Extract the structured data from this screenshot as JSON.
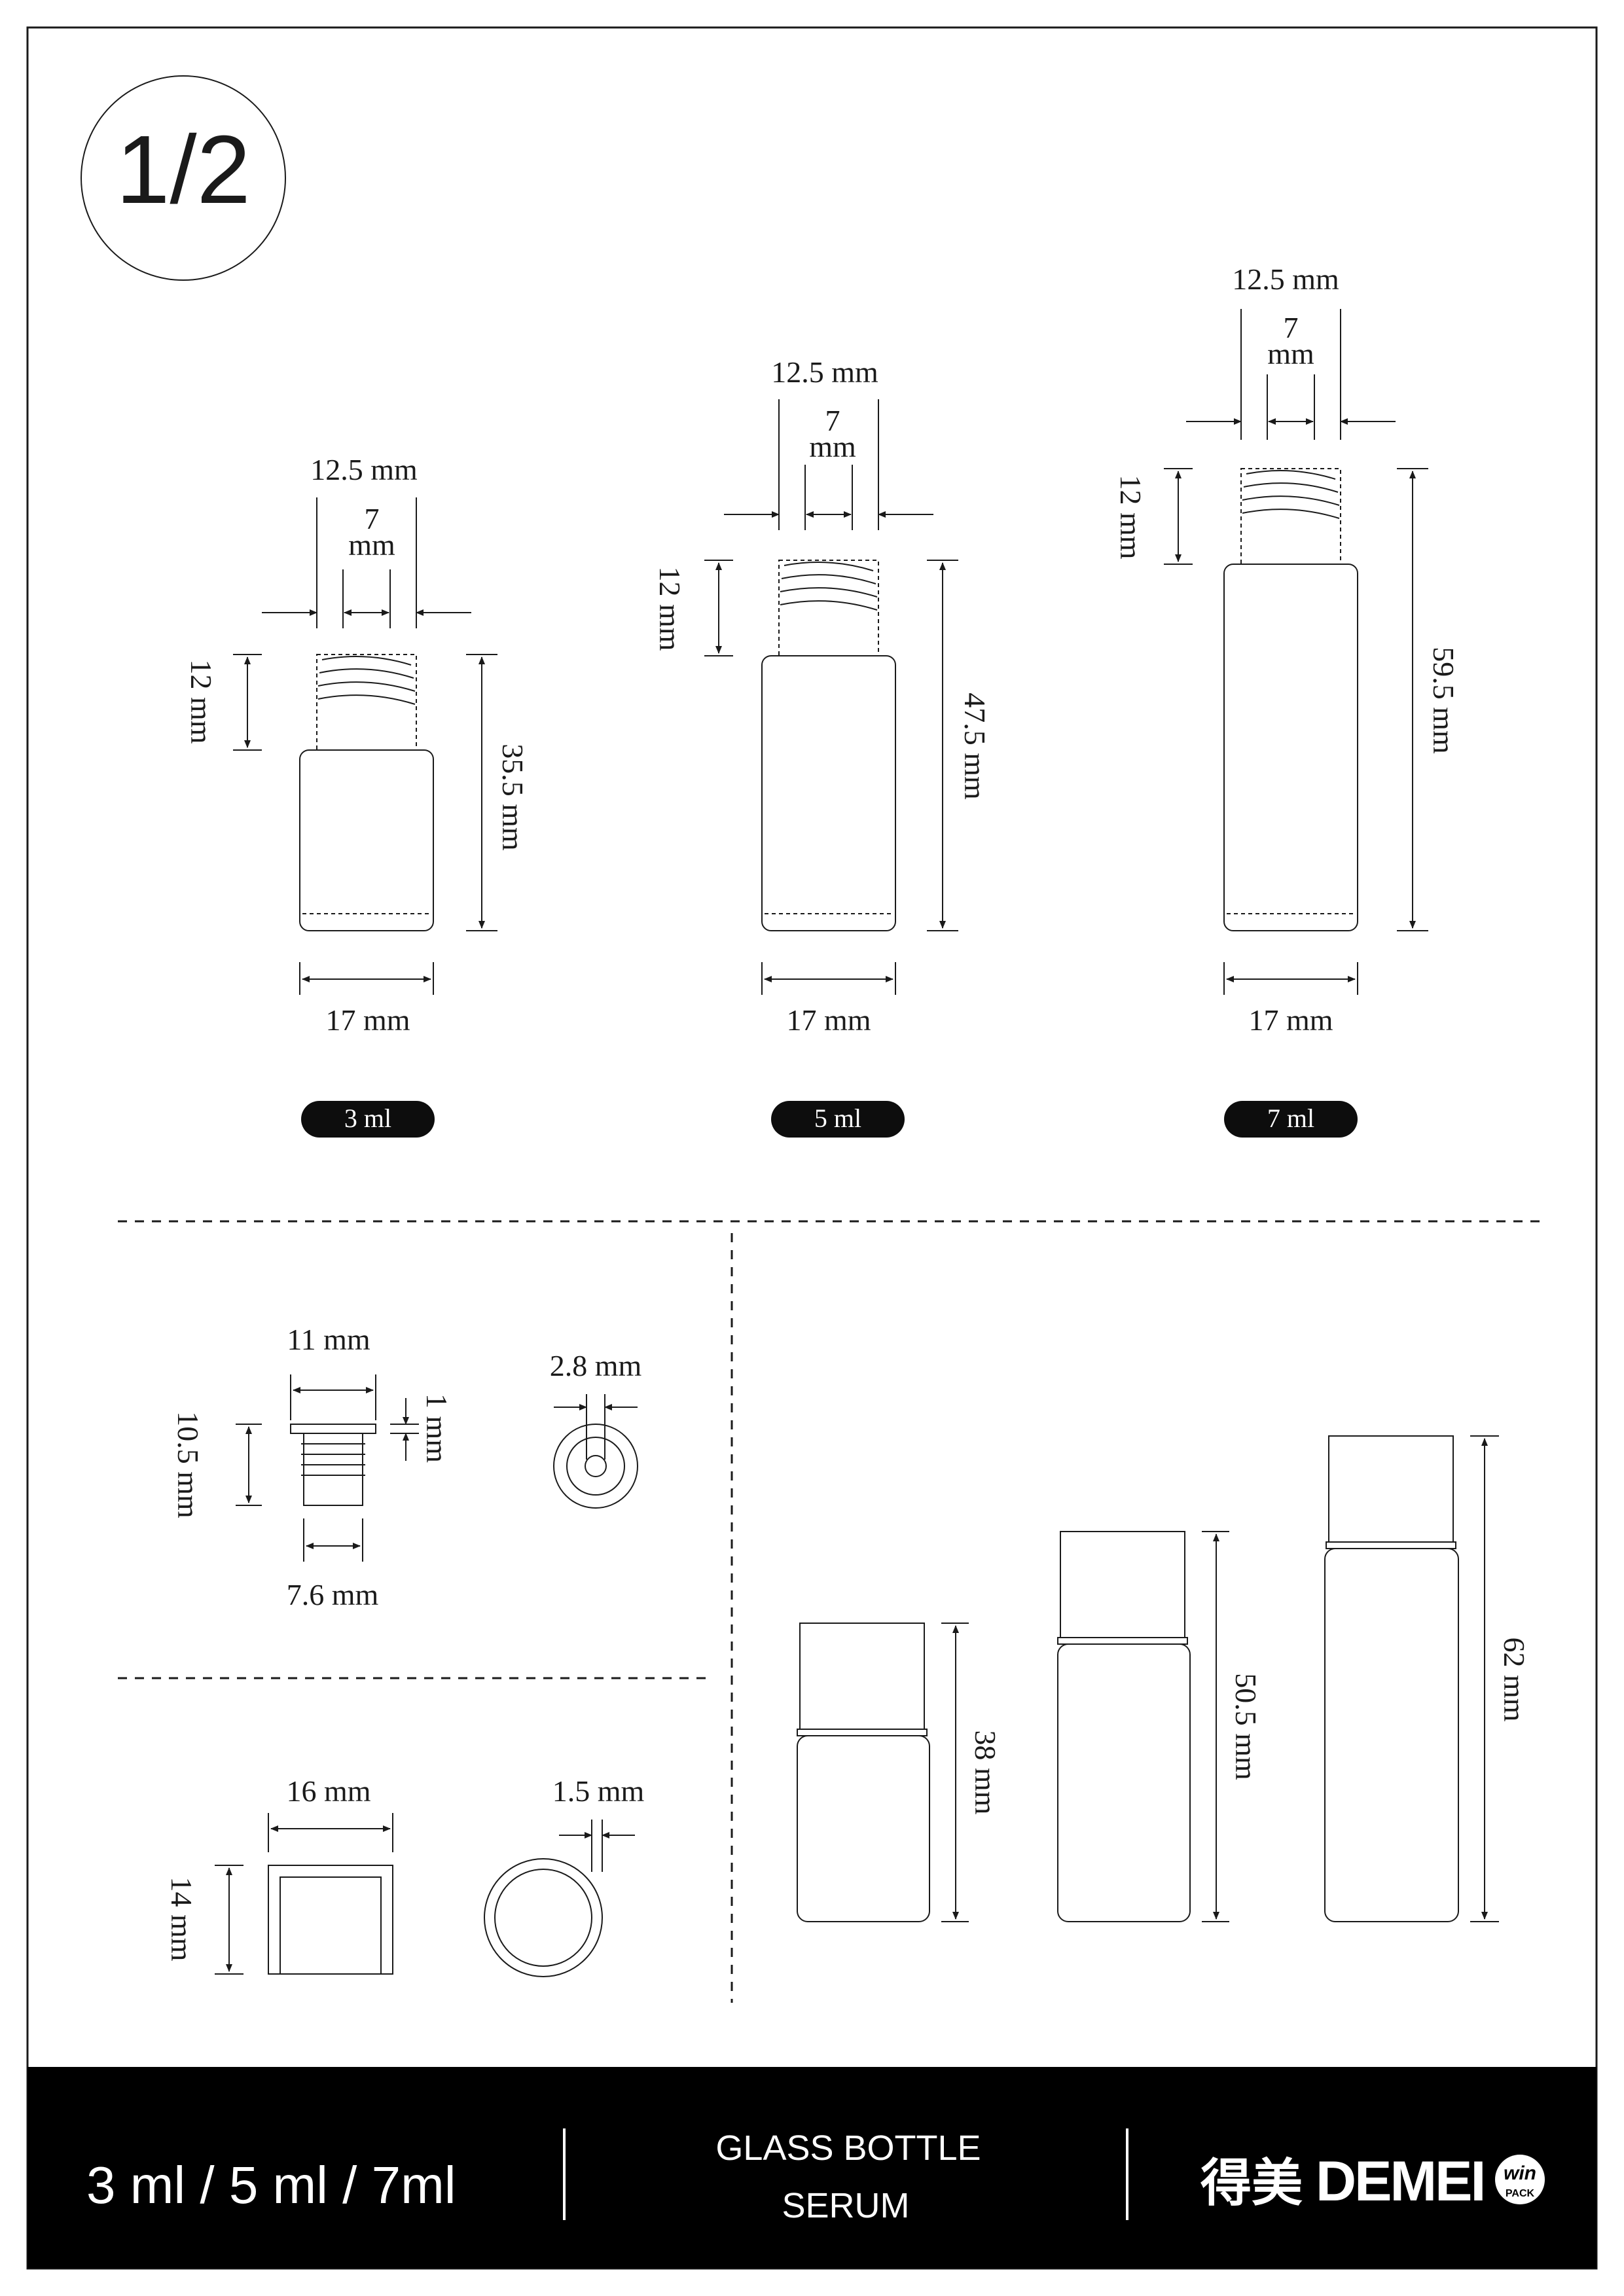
{
  "page_badge": "1/2",
  "bottles": [
    {
      "neck_outer": "12.5 mm",
      "neck_inner": "7",
      "neck_inner_unit": "mm",
      "neck_height": "12 mm",
      "total_height": "35.5 mm",
      "width": "17 mm",
      "capacity": "3 ml"
    },
    {
      "neck_outer": "12.5 mm",
      "neck_inner": "7",
      "neck_inner_unit": "mm",
      "neck_height": "12 mm",
      "total_height": "47.5 mm",
      "width": "17 mm",
      "capacity": "5 ml"
    },
    {
      "neck_outer": "12.5 mm",
      "neck_inner": "7",
      "neck_inner_unit": "mm",
      "neck_height": "12 mm",
      "total_height": "59.5 mm",
      "width": "17 mm",
      "capacity": "7 ml"
    }
  ],
  "insert": {
    "top_width": "11 mm",
    "flange": "1 mm",
    "height": "10.5 mm",
    "bottom_width": "7.6 mm",
    "hole": "2.8 mm"
  },
  "cap": {
    "width": "16 mm",
    "height": "14 mm",
    "wall": "1.5 mm"
  },
  "assembled_heights": [
    "38 mm",
    "50.5 mm",
    "62 mm"
  ],
  "footer": {
    "sizes": "3 ml / 5 ml / 7ml",
    "product_line1": "GLASS BOTTLE",
    "product_line2": "SERUM",
    "brand_cn": "得美",
    "brand_en": "DEMEI",
    "brand_badge_top": "win",
    "brand_badge_bottom": "PACK"
  },
  "colors": {
    "ink": "#1a1a1a",
    "footer_bg": "#000000",
    "footer_text": "#ffffff"
  }
}
